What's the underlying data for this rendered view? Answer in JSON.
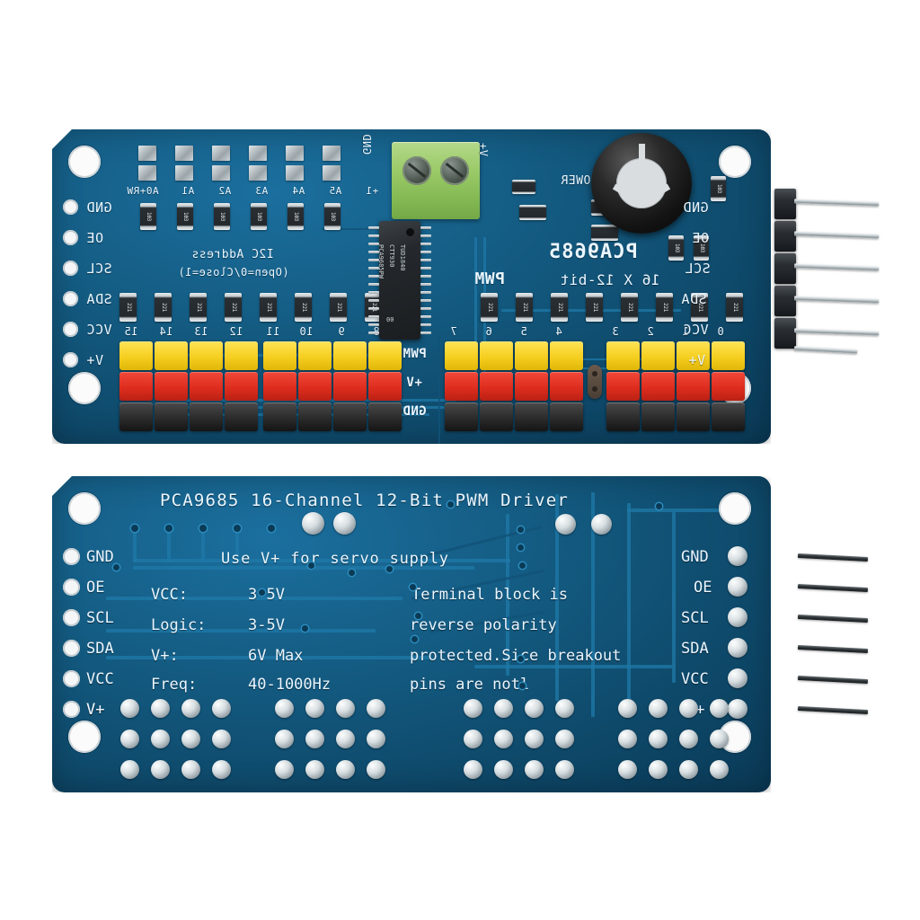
{
  "image": {
    "subject": "PCA9685 16-Channel 12-Bit PWM Servo Driver board",
    "background_color": "#ffffff",
    "pcb_color": "#13597f",
    "views": [
      "top-side component view (mirrored)",
      "bottom-side silkscreen view"
    ]
  },
  "top_board": {
    "note": "component side, photographed mirrored so silkscreen reads reversed",
    "silkscreen": {
      "address_title": "I2C Address",
      "address_subtitle": "(Open=0/Close=1)",
      "address_pads": [
        "A0+RW",
        "A1",
        "A2",
        "A3",
        "A4",
        "A5",
        "+1"
      ],
      "part_name": "PCA9685",
      "part_desc": "16 X 12-bit",
      "pwm_label": "PWM",
      "power_label": "POWER",
      "terminal_gnd": "GND",
      "terminal_vplus": "V+",
      "servo_row_labels": [
        "PWM",
        "+V",
        "GND"
      ]
    },
    "left_pin_labels": [
      "GND",
      "OE",
      "SCL",
      "SDA",
      "VCC",
      "V+"
    ],
    "right_pin_labels": [
      "GND",
      "OE",
      "SCL",
      "SDA",
      "VCC",
      "V+"
    ],
    "channel_numbers_left": [
      "15",
      "14",
      "13",
      "12",
      "11",
      "10",
      "9",
      "8"
    ],
    "channel_numbers_right": [
      "7",
      "6",
      "5",
      "4",
      "3",
      "2",
      "1",
      "0"
    ],
    "ic": {
      "line1": "PCA9685PW",
      "line2": "CTT930",
      "line3": "TUD1840",
      "line4": "00"
    },
    "resistor_code_small": "221",
    "resistor_code_addr": "103",
    "servo_colors": {
      "signal": "#f5cf1f",
      "power": "#de2d1e",
      "ground": "#2b2b2b"
    }
  },
  "bottom_board": {
    "title": "PCA9685 16-Channel 12-Bit PWM Driver",
    "note_line": "Use V+ for servo supply",
    "spec_table": [
      {
        "label": "VCC:",
        "value": "3-5V"
      },
      {
        "label": "Logic:",
        "value": "3-5V"
      },
      {
        "label": "V+:",
        "value": "6V Max"
      },
      {
        "label": "Freq:",
        "value": "40-1000Hz"
      }
    ],
    "notice_lines": [
      "Terminal block is",
      "reverse polarity",
      "protected.Sice breakout",
      "pins are notl"
    ],
    "left_pin_labels": [
      "GND",
      "OE",
      "SCL",
      "SDA",
      "VCC",
      "V+"
    ],
    "right_pin_labels": [
      "GND",
      "OE",
      "SCL",
      "SDA",
      "VCC",
      "V+"
    ],
    "pad_rows": 3,
    "pad_groups": 4,
    "pads_per_group": 4
  }
}
